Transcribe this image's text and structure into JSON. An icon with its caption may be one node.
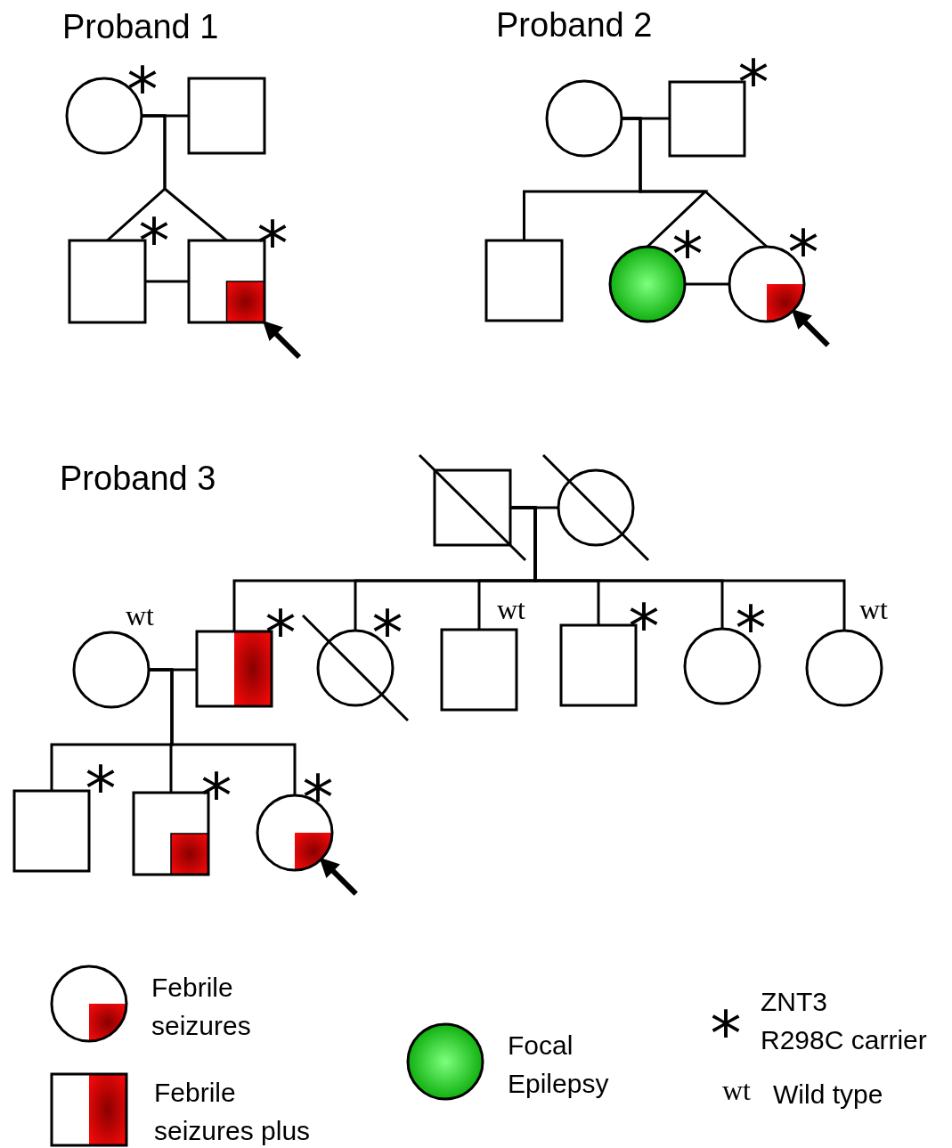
{
  "diagram": {
    "nodes": [
      {
        "text": [],
        "shape": "circle",
        "beside": [
          "*"
        ]
      },
      {
        "text": [],
        "shape": "box"
      },
      {
        "text": [],
        "shape": "box",
        "beside": [
          "*"
        ]
      },
      {
        "text": [],
        "shape": "box",
        "beside": [
          "*"
        ]
      },
      {
        "text": [],
        "shape": "circle"
      },
      {
        "text": [],
        "shape": "box",
        "beside": [
          "*"
        ]
      },
      {
        "text": [],
        "shape": "box"
      },
      {
        "text": [],
        "shape": "circle",
        "beside": [
          "*"
        ]
      },
      {
        "text": [],
        "shape": "circle",
        "beside": [
          "*"
        ]
      },
      {
        "text": [],
        "shape": "box"
      },
      {
        "text": [],
        "shape": "circle"
      },
      {
        "text": [],
        "shape": "circle",
        "beside": [
          "wt"
        ]
      },
      {
        "text": [],
        "shape": "box",
        "beside": [
          "*"
        ]
      },
      {
        "text": [],
        "shape": "circle",
        "beside": [
          "*"
        ]
      },
      {
        "text": [],
        "shape": "box",
        "beside": [
          "wt"
        ]
      },
      {
        "text": [],
        "shape": "box",
        "beside": [
          "*"
        ]
      },
      {
        "text": [],
        "shape": "circle",
        "beside": [
          "*"
        ]
      },
      {
        "text": [],
        "shape": "circle",
        "beside": [
          "wt"
        ]
      },
      {
        "text": [],
        "shape": "box",
        "beside": [
          "*"
        ]
      },
      {
        "text": [],
        "shape": "box",
        "beside": [
          "*"
        ]
      },
      {
        "text": [],
        "shape": "circle",
        "beside": [
          "*"
        ]
      }
    ],
    "edges": [
      {
        "from": 0,
        "to": 1,
        "arrow": "none"
      },
      {
        "from": 0,
        "to": 2,
        "arrow": "none"
      },
      {
        "from": 0,
        "to": 3,
        "arrow": "none"
      },
      {
        "from": 2,
        "to": 3,
        "arrow": "none"
      },
      {
        "from": 4,
        "to": 5,
        "arrow": "none"
      },
      {
        "from": 4,
        "to": 6,
        "arrow": "none"
      },
      {
        "from": 4,
        "to": 7,
        "arrow": "none"
      },
      {
        "from": 4,
        "to": 8,
        "arrow": "none"
      },
      {
        "from": 7,
        "to": 8,
        "arrow": "none"
      },
      {
        "from": null,
        "to": 3,
        "arrow": "to",
        "style": "thick"
      },
      {
        "from": null,
        "to": 8,
        "arrow": "to",
        "style": "thick"
      },
      {
        "from": 9,
        "to": 10,
        "arrow": "none"
      },
      {
        "from": 9,
        "to": 12,
        "arrow": "none"
      },
      {
        "from": 9,
        "to": 13,
        "arrow": "none"
      },
      {
        "from": 9,
        "to": 14,
        "arrow": "none"
      },
      {
        "from": 9,
        "to": 15,
        "arrow": "none"
      },
      {
        "from": 9,
        "to": 16,
        "arrow": "none"
      },
      {
        "from": 9,
        "to": 17,
        "arrow": "none"
      },
      {
        "from": 11,
        "to": 12,
        "arrow": "none"
      },
      {
        "from": 11,
        "to": 18,
        "arrow": "none"
      },
      {
        "from": 11,
        "to": 19,
        "arrow": "none"
      },
      {
        "from": 11,
        "to": 20,
        "arrow": "none"
      },
      {
        "from": null,
        "to": 20,
        "arrow": "to",
        "style": "thick"
      }
    ],
    "labels": [
      "Proband 1",
      "Proband 2",
      "Proband 3",
      "*",
      "wt"
    ],
    "legend": [
      {
        "text": "Febrile seizures"
      },
      {
        "text": "Febrile seizures plus"
      },
      {
        "text": "Focal Epilepsy"
      },
      {
        "text": "ZNT3 R298C carrier"
      },
      {
        "text": "Wild type"
      }
    ]
  }
}
